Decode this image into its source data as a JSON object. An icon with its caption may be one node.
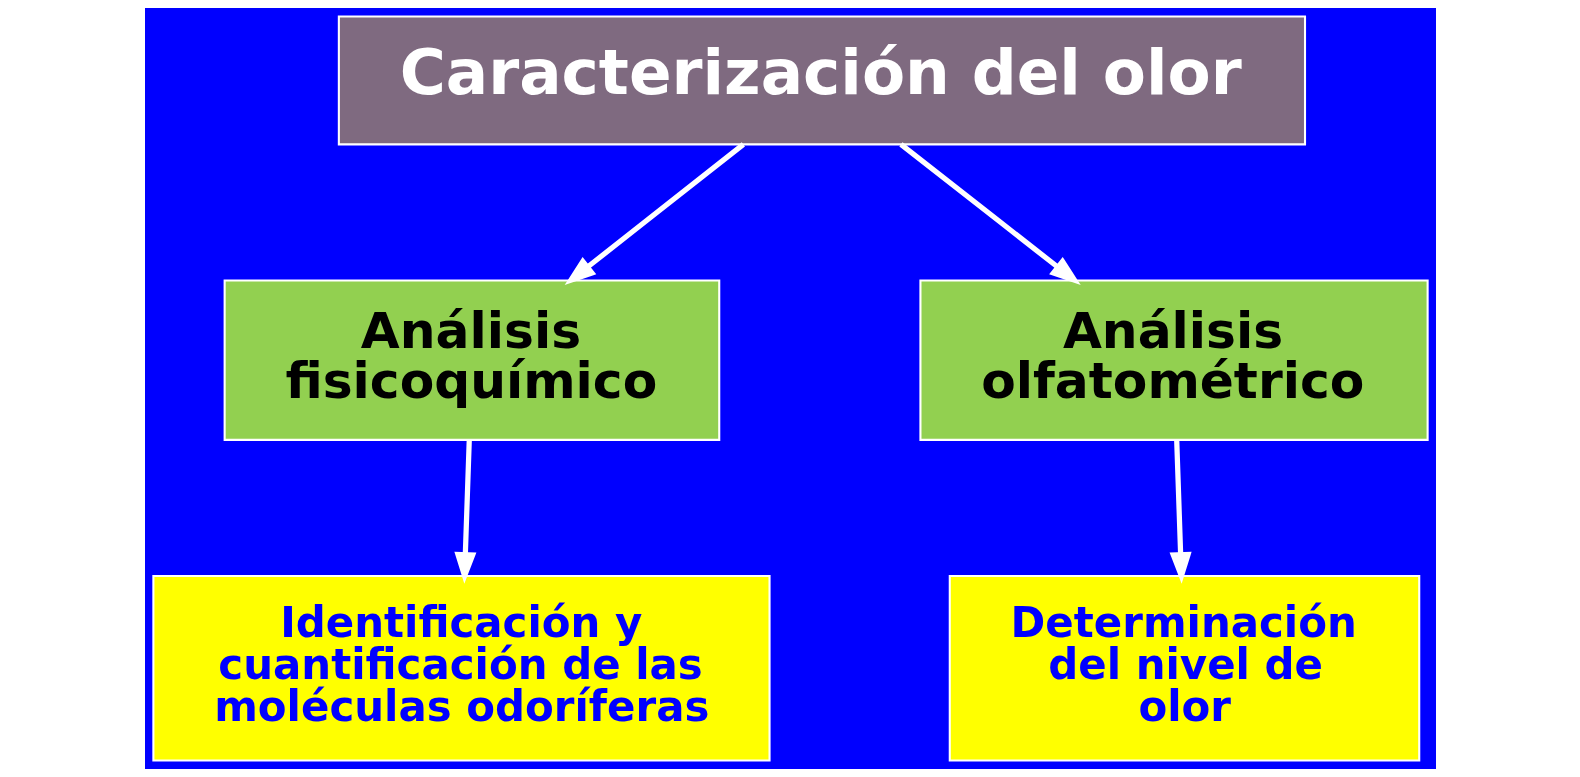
{
  "diagram": {
    "nodes": [
      {
        "text": [
          "Caracterización del olor"
        ]
      },
      {
        "text": [
          "Análisis fisicoquímico"
        ]
      },
      {
        "text": [
          "Análisis olfatométrico"
        ]
      },
      {
        "text": [
          "Identificación y cuantificación de las moléculas odoríferas"
        ]
      },
      {
        "text": [
          "Determinación del nivel de olor"
        ]
      }
    ],
    "edges": [
      {
        "from": 0,
        "to": 1,
        "arrow": "to"
      },
      {
        "from": 0,
        "to": 2,
        "arrow": "to"
      },
      {
        "from": 1,
        "to": 3,
        "arrow": "to"
      },
      {
        "from": 2,
        "to": 4,
        "arrow": "to"
      }
    ]
  }
}
